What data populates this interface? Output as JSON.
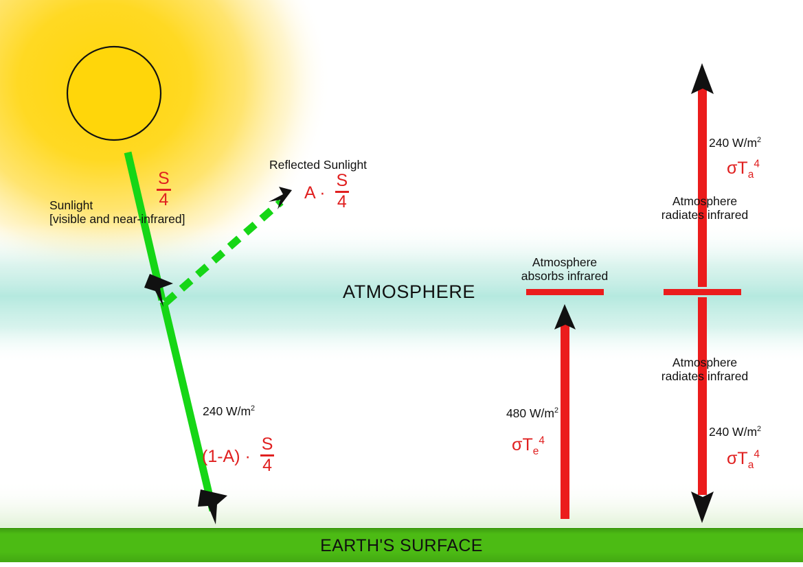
{
  "diagram": {
    "title_region": "Earth energy balance / greenhouse effect schematic",
    "colors": {
      "sun_disc": "#FFD60A",
      "sun_glow": "#FFE35C",
      "sunlight_green": "#16D616",
      "infrared_red": "#EB1C1C",
      "atmosphere_teal": "#B8EBE1",
      "surface_green": "#46B414",
      "label_black": "#111111",
      "label_red": "#E02020"
    },
    "sun": {
      "name": "sun"
    },
    "sunlight": {
      "label_line1": "Sunlight",
      "label_line2": "[visible and near-infrared]",
      "flux_numerator": "S",
      "flux_denominator": "4"
    },
    "reflected": {
      "label": "Reflected Sunlight",
      "formula_prefix": "A ·",
      "flux_numerator": "S",
      "flux_denominator": "4"
    },
    "absorbed_surface": {
      "value": "240 W/m",
      "value_exponent": "2",
      "formula_prefix": "(1-A) ·",
      "flux_numerator": "S",
      "flux_denominator": "4"
    },
    "atmosphere": {
      "label": "ATMOSPHERE"
    },
    "surface_emission": {
      "caption_line1": "Atmosphere",
      "caption_line2": "absorbs infrared",
      "value": "480 W/m",
      "value_exponent": "2",
      "symbol_sigma": "σT",
      "symbol_sub": "e",
      "symbol_exp": "4"
    },
    "atm_emission_up": {
      "value": "240 W/m",
      "value_exponent": "2",
      "symbol_sigma": "σT",
      "symbol_sub": "a",
      "symbol_exp": "4",
      "caption_line1": "Atmosphere",
      "caption_line2": "radiates infrared"
    },
    "atm_emission_down": {
      "caption_line1": "Atmosphere",
      "caption_line2": "radiates infrared",
      "value": "240 W/m",
      "value_exponent": "2",
      "symbol_sigma": "σT",
      "symbol_sub": "a",
      "symbol_exp": "4"
    },
    "surface": {
      "label": "EARTH'S SURFACE"
    }
  }
}
